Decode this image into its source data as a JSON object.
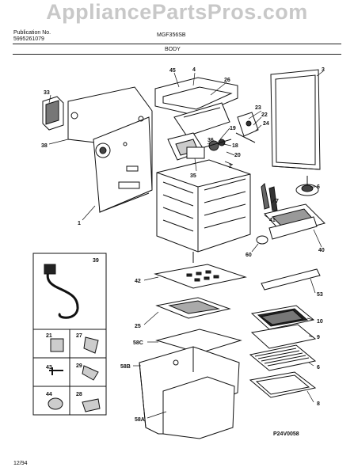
{
  "watermark": "AppliancePartsPros.com",
  "header": {
    "publication_label": "Publication No.",
    "publication_number": "5995261079",
    "model": "MGF356SB",
    "section": "BODY"
  },
  "diagram_code": "P24V0058",
  "footer_date": "12/94",
  "part_numbers": [
    "45",
    "4",
    "26",
    "3",
    "33",
    "38",
    "23",
    "22",
    "24",
    "19",
    "18",
    "36",
    "20",
    "2",
    "35",
    "1",
    "7",
    "6",
    "41",
    "40",
    "60",
    "39",
    "42",
    "53",
    "21",
    "27",
    "43",
    "29",
    "44",
    "28",
    "25",
    "10",
    "58C",
    "9",
    "58B",
    "6",
    "58A",
    "8"
  ]
}
